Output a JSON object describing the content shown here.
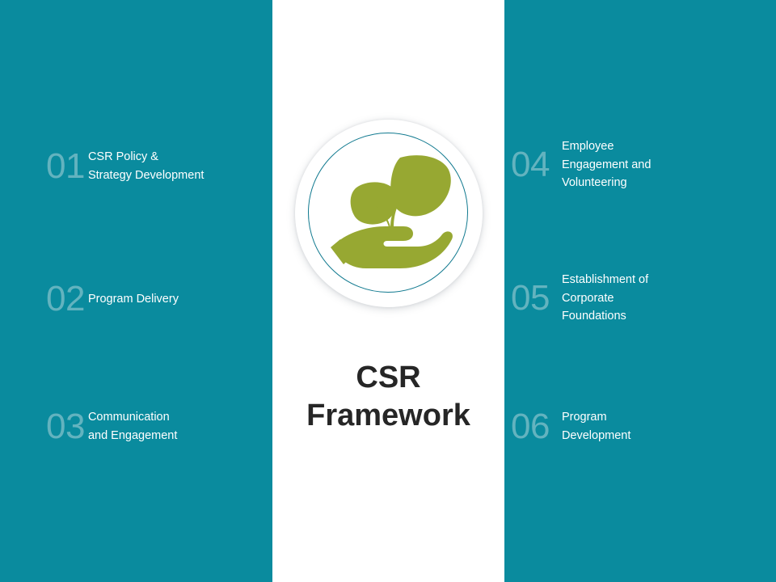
{
  "theme": {
    "panel_teal": "#0a8b9e",
    "number_teal": "#63b3bf",
    "label_white": "#ffffff",
    "center_white": "#ffffff",
    "title_dark": "#262626",
    "icon_green": "#97a832",
    "ring_teal": "#10798f"
  },
  "center": {
    "title": "CSR\nFramework",
    "icon_name": "hand-holding-plant-icon"
  },
  "left_items": [
    {
      "number": "01",
      "label": "CSR Policy &\nStrategy Development"
    },
    {
      "number": "02",
      "label": "Program Delivery"
    },
    {
      "number": "03",
      "label": "Communication\nand Engagement"
    }
  ],
  "right_items": [
    {
      "number": "04",
      "label": "Employee\nEngagement and\nVolunteering"
    },
    {
      "number": "05",
      "label": "Establishment of\nCorporate\nFoundations"
    },
    {
      "number": "06",
      "label": "Program\nDevelopment"
    }
  ]
}
